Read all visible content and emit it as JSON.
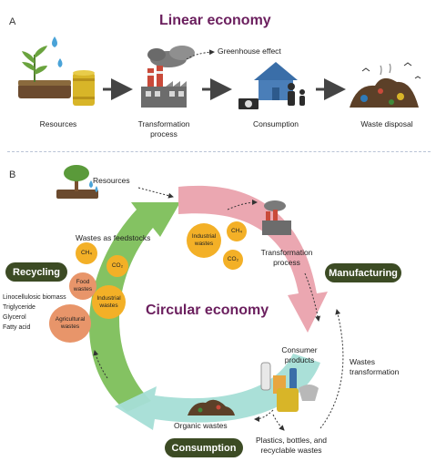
{
  "panel_a": {
    "letter": "A",
    "title": "Linear economy",
    "greenhouse": "Greenhouse effect",
    "stages": [
      "Resources",
      "Transformation process",
      "Consumption",
      "Waste disposal"
    ]
  },
  "panel_b": {
    "letter": "B",
    "title": "Circular economy",
    "resources": "Resources",
    "wastes_feedstocks": "Wastes as feedstocks",
    "transformation_process": "Transformation process",
    "consumer_products": "Consumer products",
    "wastes_transformation": "Wastes transformation",
    "organic_wastes": "Organic wastes",
    "plastics": "Plastics, bottles, and recyclable wastes",
    "pills": {
      "recycling": "Recycling",
      "manufacturing": "Manufacturing",
      "consumption": "Consumption"
    },
    "bubbles": {
      "ch4_left": "CH₄",
      "co2_left": "CO₂",
      "food": "Food wastes",
      "industrial_left": "Industrial wastes",
      "agricultural": "Agricultural wastes",
      "industrial_right": "Industrial wastes",
      "ch4_right": "CH₄",
      "co2_right": "CO₂"
    },
    "products": [
      "Linocellulosic biomass",
      "Triglyceride",
      "Glycerol",
      "Fatty acid"
    ]
  },
  "colors": {
    "title": "#6b1f5e",
    "pill": "#3c4b24",
    "green_arrow": "#7dbf5a",
    "pink_arrow": "#eaa2ad",
    "teal_arrow": "#a5ded6",
    "yellow": "#f3b027",
    "orange": "#e8956a"
  }
}
